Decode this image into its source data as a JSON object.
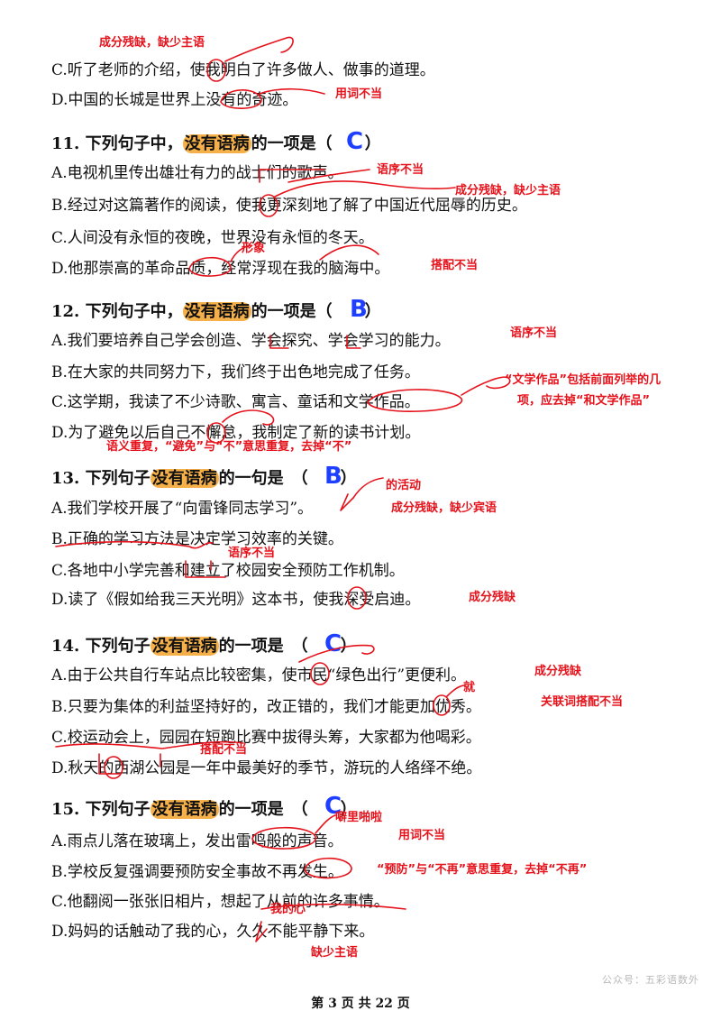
{
  "top": {
    "note_c": "成分残缺，缺少主语",
    "line_c": "C.听了老师的介绍，使我明白了许多做人、做事的道理。",
    "line_d": "D.中国的长城是世界上没有的奇迹。",
    "note_d": "用词不当"
  },
  "questions": [
    {
      "title_pre": "11. 下列句子中，",
      "title_hl": "没有语病",
      "title_post": "的一项是（　　）",
      "answer": "C",
      "options": [
        "A.电视机里传出雄壮有力的战士们的歌声。",
        "B.经过对这篇著作的阅读，使我更深刻地了解了中国近代屈辱的历史。",
        "C.人间没有永恒的夜晚，世界没有永恒的冬天。",
        "D.他那崇高的革命品质，经常浮现在我的脑海中。"
      ],
      "notes": [
        "语序不当",
        "成分残缺，缺少主语",
        "形象",
        "搭配不当"
      ]
    },
    {
      "title_pre": "12. 下列句子中，",
      "title_hl": "没有语病",
      "title_post": "的一项是（　　）",
      "answer": "B",
      "options": [
        "A.我们要培养自己学会创造、学会探究、学会学习的能力。",
        "B.在大家的共同努力下，我们终于出色地完成了任务。",
        "C.这学期，我读了不少诗歌、寓言、童话和文学作品。",
        "D.为了避免以后自己不懈怠，我制定了新的读书计划。"
      ],
      "notes": [
        "语序不当",
        "“文学作品”包括前面列举的几",
        "项，应去掉“和文学作品”",
        "语义重复，“避免”与“不”意思重复，去掉“不”"
      ]
    },
    {
      "title_pre": "13. 下列句子",
      "title_hl": "没有语病",
      "title_post": "的一句是　（　　）",
      "answer": "B",
      "options": [
        "A.我们学校开展了“向雷锋同志学习”。",
        "B.正确的学习方法是决定学习效率的关键。",
        "C.各地中小学完善和建立了校园安全预防工作机制。",
        "D.读了《假如给我三天光明》这本书，使我深受启迪。"
      ],
      "notes": [
        "的活动",
        "成分残缺，缺少宾语",
        "语序不当",
        "成分残缺"
      ]
    },
    {
      "title_pre": "14. 下列句子",
      "title_hl": "没有语病",
      "title_post": "的一项是　（　　）",
      "answer": "C",
      "options": [
        "A.由于公共自行车站点比较密集，使市民“绿色出行”更便利。",
        "B.只要为集体的利益坚持好的，改正错的，我们才能更加优秀。",
        "C.校运动会上，园园在短跑比赛中拔得头筹，大家都为他喝彩。",
        "D.秋天的西湖公园是一年中最美好的季节，游玩的人络绎不绝。"
      ],
      "notes": [
        "成分残缺",
        "就",
        "关联词搭配不当",
        "搭配不当"
      ]
    },
    {
      "title_pre": "15. 下列句子",
      "title_hl": "没有语病",
      "title_post": "的一项是　（　　）",
      "answer": "C",
      "options": [
        "A.雨点儿落在玻璃上，发出雷鸣般的声音。",
        "B.学校反复强调要预防安全事故不再发生。",
        "C.他翻阅一张张旧相片，想起了从前的许多事情。",
        "D.妈妈的话触动了我的心，久久不能平静下来。"
      ],
      "notes": [
        "噼里啪啦",
        "用词不当",
        "“预防”与“不再”意思重复，去掉“不再”",
        "我的心",
        "缺少主语"
      ]
    }
  ],
  "watermark": "公众号：五彩语数外",
  "footer": "第 3 页  共 22 页"
}
